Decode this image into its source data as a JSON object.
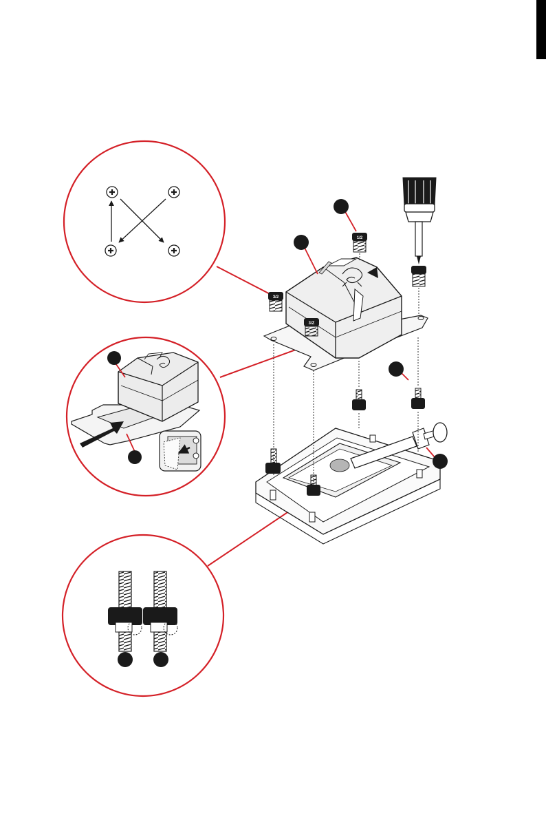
{
  "screw_labels": {
    "front_left": "3/2",
    "back": "1/2",
    "front_center": "3/Z"
  },
  "colors": {
    "accent_red": "#d42027",
    "line": "#1a1a1a",
    "thermal_paste": "#b5b5b5"
  }
}
